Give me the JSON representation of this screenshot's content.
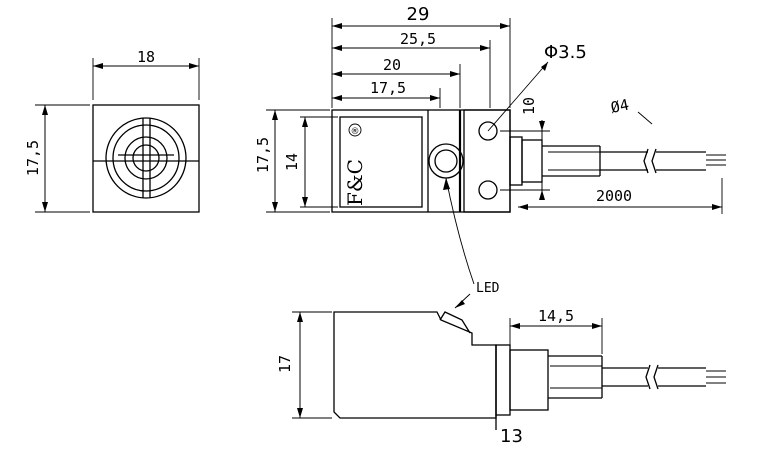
{
  "dimensions": {
    "front_width": "18",
    "front_height": "17,5",
    "total_length": "29",
    "len_25_5": "25,5",
    "len_20": "20",
    "len_17_5": "17,5",
    "hole_dia": "Φ3.5",
    "hole_spacing": "10",
    "cable_dia": "Ø4",
    "side_height": "17,5",
    "side_inner": "14",
    "cable_length": "2000",
    "bottom_height": "17",
    "boot_length": "14,5",
    "bottom_width": "13"
  },
  "labels": {
    "led": "LED",
    "brand": "F&C",
    "registered": "®"
  }
}
